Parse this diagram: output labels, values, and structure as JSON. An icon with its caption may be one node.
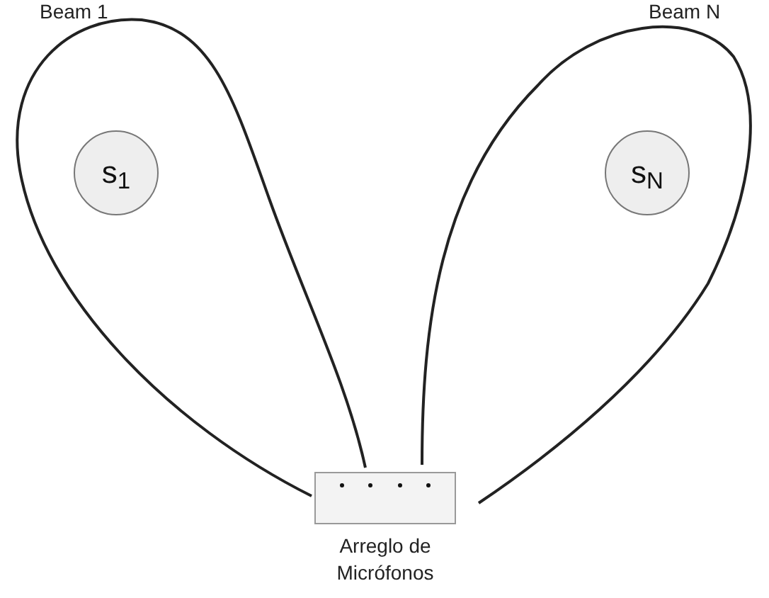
{
  "diagram": {
    "nodes": [
      {
        "text": [
          "Beam 1"
        ]
      },
      {
        "text": [
          "s$_{1}$"
        ],
        "in": 0
      },
      {
        "text": [
          "Beam N"
        ]
      },
      {
        "text": [
          "s$_{N}$"
        ],
        "in": 2
      },
      {
        "text": [],
        "shape": "box",
        "beside": [
          "Arreglo de Micrófonos"
        ]
      }
    ]
  }
}
